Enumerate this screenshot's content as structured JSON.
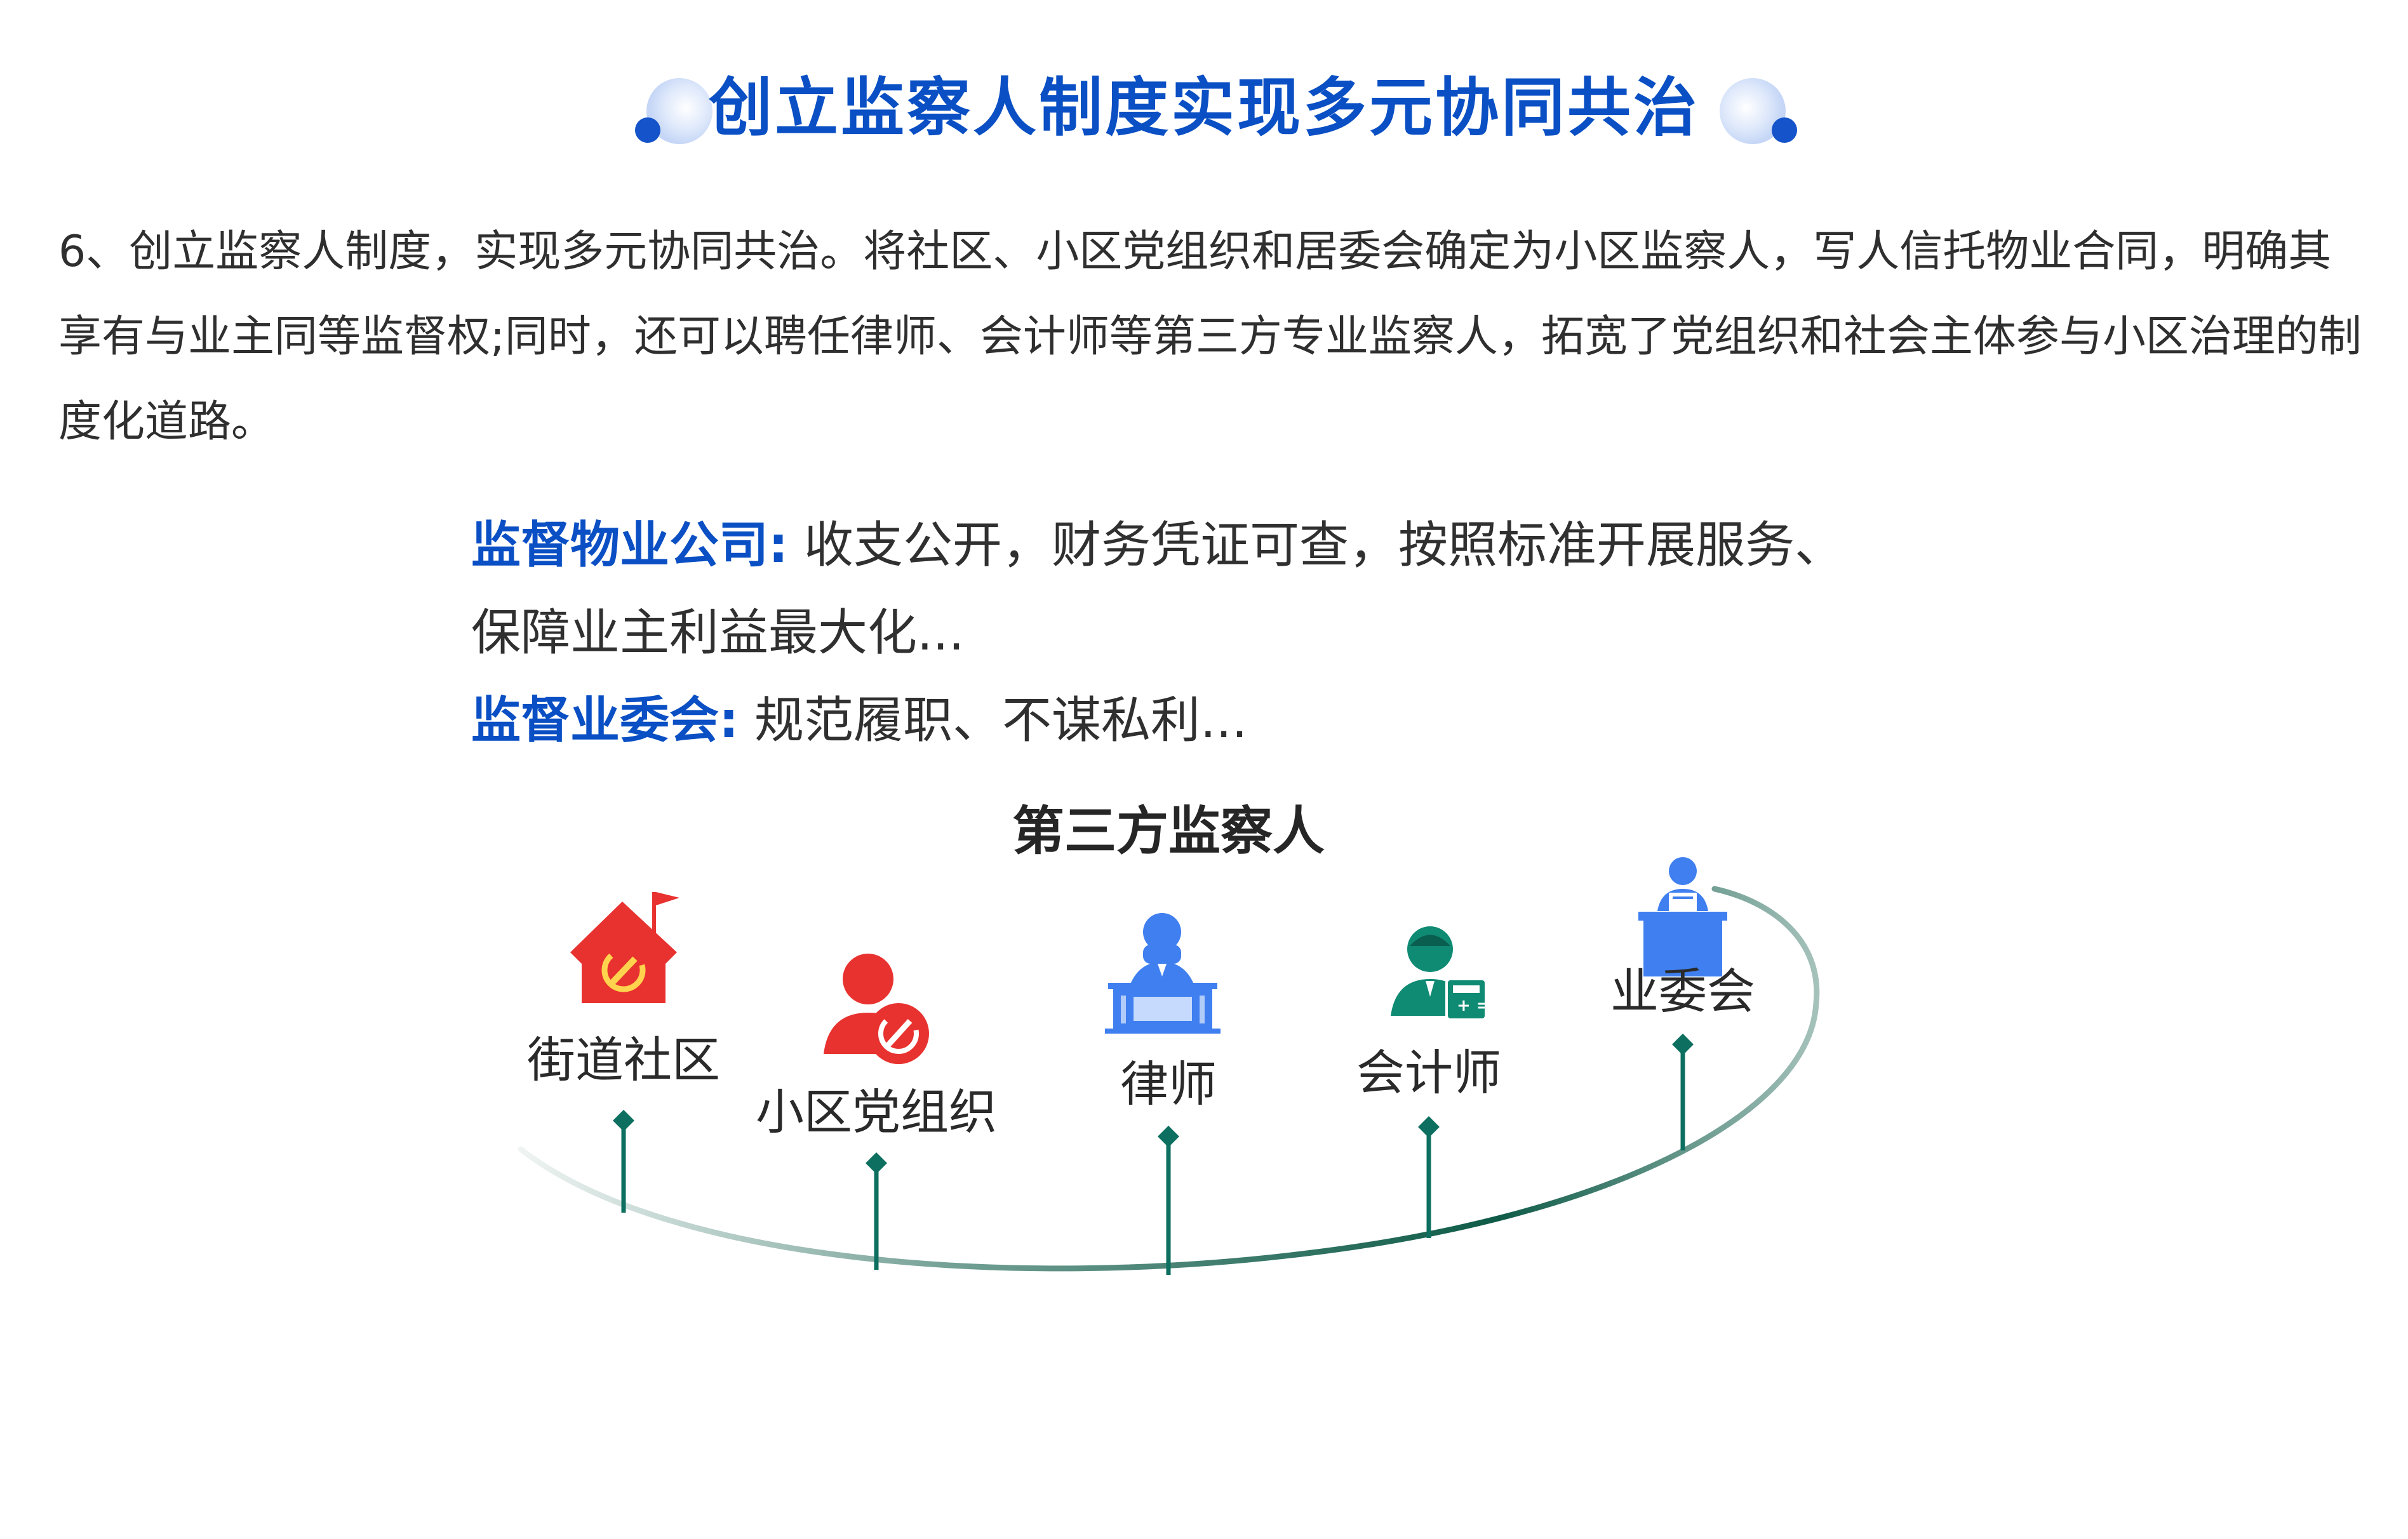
{
  "header": {
    "title": "创立监察人制度实现多元协同共治"
  },
  "intro": {
    "text": "6、创立监察人制度，实现多元协同共治。将社区、小区党组织和居委会确定为小区监察人，写人信托物业合同，明确其享有与业主同等监督权;同时，还可以聘任律师、会计师等第三方专业监察人，拓宽了党组织和社会主体参与小区治理的制度化道路。"
  },
  "supervision": {
    "property_label": "监督物业公司:",
    "property_text_1": " 收支公开，财务凭证可查，按照标准开展服务、",
    "property_text_2": "保障业主利益最大化...",
    "committee_label": "监督业委会:",
    "committee_text": " 规范履职、不谋私利..."
  },
  "diagram": {
    "title": "第三方监察人",
    "nodes": [
      {
        "label": "街道社区",
        "icon": "party-house-icon"
      },
      {
        "label": "小区党组织",
        "icon": "party-member-icon"
      },
      {
        "label": "律师",
        "icon": "lawyer-icon"
      },
      {
        "label": "会计师",
        "icon": "accountant-icon"
      },
      {
        "label": "业委会",
        "icon": "committee-podium-icon"
      }
    ]
  },
  "colors": {
    "title_blue": "#0a4fc4",
    "party_red": "#e8322f",
    "icon_blue": "#3f7ff0",
    "icon_green": "#0f8a73",
    "stem_green": "#0d6f5f",
    "arc_green": "#0e5b48"
  }
}
